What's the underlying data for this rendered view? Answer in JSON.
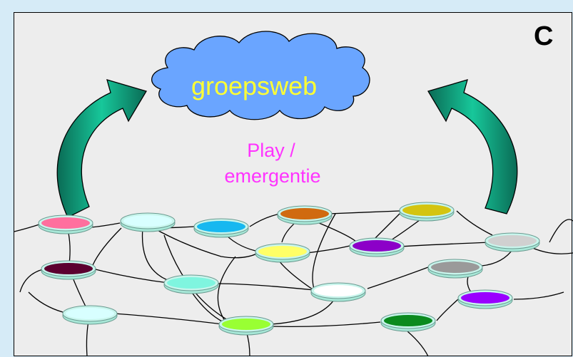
{
  "corner_label": "C",
  "cloud": {
    "label": "groepsweb",
    "fill": "#6aa5ff",
    "text_color": "#ffff33"
  },
  "subtitle": {
    "line1": "Play /",
    "line2": "emergentie",
    "color": "#ff33ff"
  },
  "arrows": {
    "fill": "#17c79a",
    "shade": "#0a6b55"
  },
  "nodes": [
    {
      "color": "#ff6f9e"
    },
    {
      "color": "#d8ffff"
    },
    {
      "color": "#17b8f0"
    },
    {
      "color": "#d06a10"
    },
    {
      "color": "#d4c410"
    },
    {
      "color": "#ffff66"
    },
    {
      "color": "#8c00c8"
    },
    {
      "color": "#d0d0d0"
    },
    {
      "color": "#5c0030"
    },
    {
      "color": "#7ff5df"
    },
    {
      "color": "#9a9a9a"
    },
    {
      "color": "#ffffff"
    },
    {
      "color": "#9a00ff"
    },
    {
      "color": "#d8ffff"
    },
    {
      "color": "#99ff33"
    },
    {
      "color": "#0a8a1e"
    }
  ]
}
